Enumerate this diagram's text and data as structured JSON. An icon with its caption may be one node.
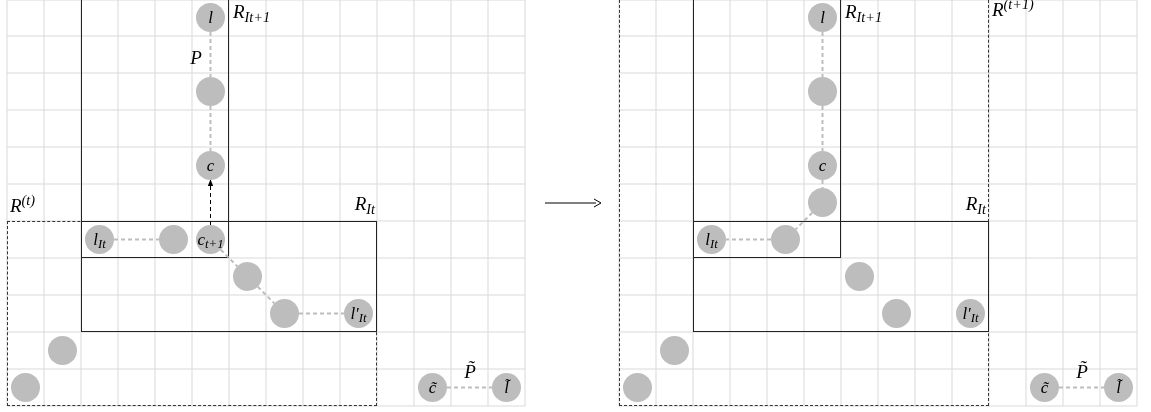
{
  "diagram": {
    "nodes": [
      {
        "text": [
          "R$^{(t)}$"
        ]
      },
      {
        "text": [
          "R$_{I}$$_{t+1}$"
        ]
      },
      {
        "text": [
          "R$_{I}$$_{t}$"
        ],
        "in": 0
      },
      {
        "text": [
          "l"
        ],
        "in": 1
      },
      {
        "text": [],
        "shape": "circle",
        "in": 1
      },
      {
        "text": [
          "c"
        ],
        "in": 1
      },
      {
        "text": [
          "l$_{I}$$_{t}$"
        ]
      },
      {
        "text": [],
        "shape": "circle"
      },
      {
        "text": [
          "c$_{t+1}$"
        ]
      },
      {
        "text": [],
        "shape": "circle",
        "in": 2
      },
      {
        "text": [],
        "shape": "circle",
        "in": 2
      },
      {
        "text": [
          "l′$_{I}$$_{t}$"
        ],
        "in": 2
      },
      {
        "text": [],
        "shape": "circle",
        "in": 0
      },
      {
        "text": [],
        "shape": "circle",
        "in": 0
      },
      {
        "text": [
          "c̃"
        ]
      },
      {
        "text": [
          "l̃"
        ]
      },
      {
        "text": [
          "R$^{(t+1)}$"
        ]
      },
      {
        "text": [
          "R$_{I}$$_{t+1}$"
        ],
        "in": 16
      },
      {
        "text": [
          "R$_{I}$$_{t}$"
        ],
        "in": 16
      },
      {
        "text": [
          "l"
        ],
        "in": 17
      },
      {
        "text": [],
        "shape": "circle",
        "in": 17
      },
      {
        "text": [
          "c"
        ],
        "in": 17
      },
      {
        "text": [],
        "shape": "circle",
        "in": 17
      },
      {
        "text": [],
        "shape": "circle"
      },
      {
        "text": [
          "l$_{I}$$_{t}$"
        ]
      },
      {
        "text": [],
        "shape": "circle",
        "in": 18
      },
      {
        "text": [],
        "shape": "circle",
        "in": 18
      },
      {
        "text": [
          "l′$_{I}$$_{t}$"
        ],
        "in": 18
      },
      {
        "text": [],
        "shape": "circle",
        "in": 16
      },
      {
        "text": [],
        "shape": "circle",
        "in": 16
      },
      {
        "text": [
          "c̃"
        ]
      },
      {
        "text": [
          "l̃"
        ]
      }
    ],
    "edges": [
      {
        "from": 3,
        "to": 4,
        "arrow": "none",
        "style": "dashed",
        "label": "P"
      },
      {
        "from": 4,
        "to": 5,
        "arrow": "none",
        "style": "dashed"
      },
      {
        "from": 6,
        "to": 7,
        "arrow": "none",
        "style": "dashed"
      },
      {
        "from": 8,
        "to": 9,
        "arrow": "none",
        "style": "dashed"
      },
      {
        "from": 9,
        "to": 10,
        "arrow": "none",
        "style": "dashed"
      },
      {
        "from": 10,
        "to": 11,
        "arrow": "none",
        "style": "dashed"
      },
      {
        "from": 8,
        "to": 5,
        "arrow": "to",
        "style": "dashed",
        "color": "#000000"
      },
      {
        "from": 14,
        "to": 15,
        "arrow": "none",
        "style": "dashed",
        "label": "P̃"
      },
      {
        "from": 19,
        "to": 20,
        "arrow": "none",
        "style": "dashed"
      },
      {
        "from": 20,
        "to": 21,
        "arrow": "none",
        "style": "dashed"
      },
      {
        "from": 21,
        "to": 22,
        "arrow": "none",
        "style": "dashed"
      },
      {
        "from": 22,
        "to": 23,
        "arrow": "none",
        "style": "dashed"
      },
      {
        "from": 23,
        "to": 24,
        "arrow": "none",
        "style": "dashed"
      },
      {
        "from": 30,
        "to": 31,
        "arrow": "none",
        "style": "dashed",
        "label": "P̃"
      }
    ]
  }
}
